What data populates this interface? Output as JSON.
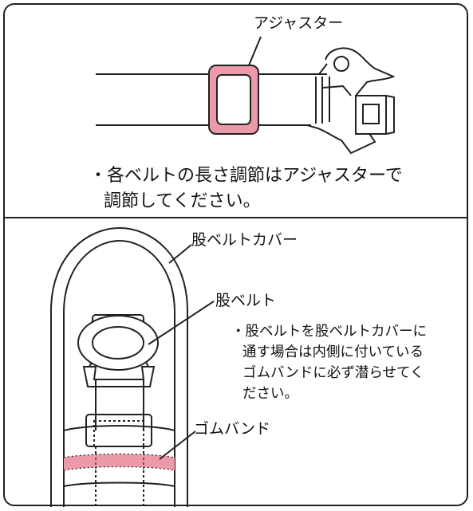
{
  "top_panel": {
    "adjuster_label": "アジャスター",
    "note_line1": "・各ベルトの長さ調節はアジャスターで",
    "note_line2": "調節してください。"
  },
  "bottom_panel": {
    "cover_label": "股ベルトカバー",
    "belt_label": "股ベルト",
    "band_label": "ゴムバンド",
    "note_line1": "・股ベルトを股ベルトカバーに",
    "note_line2": "通す場合は内側に付いている",
    "note_line3": "ゴムバンドに必ず潜らせてく",
    "note_line4": "ださい。"
  },
  "colors": {
    "accent_pink": "#ec9aaa",
    "stroke": "#222222"
  }
}
